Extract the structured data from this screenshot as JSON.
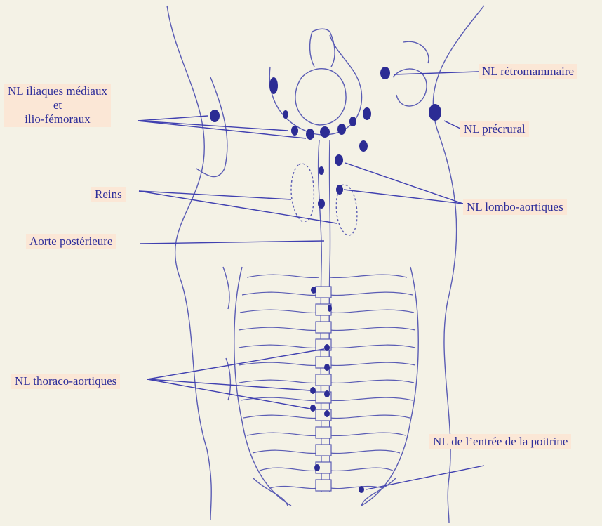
{
  "colors": {
    "background": "#f4f2e6",
    "label_background": "#fbe7d6",
    "label_text": "#2e2e9a",
    "drawing_stroke": "#5a5cb4",
    "node_fill": "#2c2c94",
    "leader_line": "#4040b0"
  },
  "labels": {
    "iliaques_line1": "NL iliaques médiaux",
    "iliaques_line2": "et",
    "iliaques_line3": "ilio-fémoraux",
    "retromammaire": "NL rétromammaire",
    "precrural": "NL précrural",
    "reins": "Reins",
    "lombo_aortiques": "NL lombo-aortiques",
    "aorte_posterieure": "Aorte postérieure",
    "thoraco_aortiques": "NL thoraco-aortiques",
    "entree_poitrine": "NL de l’entrée de la poitrine"
  }
}
